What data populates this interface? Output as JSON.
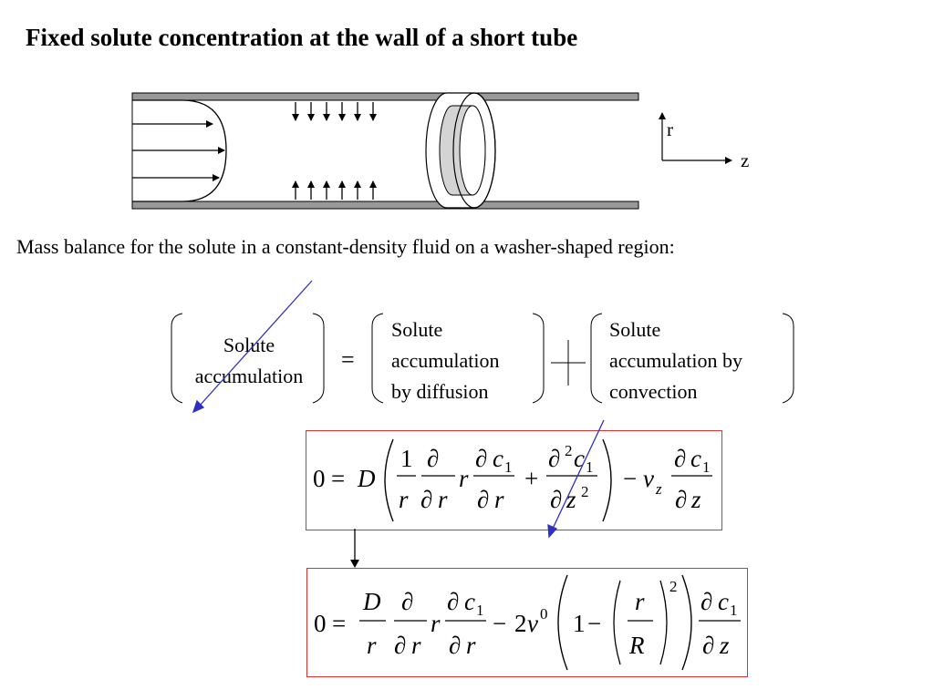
{
  "slide": {
    "title": "Fixed solute concentration at the wall of a short tube",
    "caption": "Mass balance for the solute in a constant-density fluid on a washer-shaped region:"
  },
  "axes_labels": {
    "r": "r",
    "z": "z"
  },
  "balance": {
    "lhs": [
      "Solute",
      "accumulation"
    ],
    "equals": "=",
    "term1": [
      "Solute",
      "accumulation",
      "by diffusion"
    ],
    "plus": "+",
    "term2": [
      "Solute",
      "accumulation by",
      "convection"
    ]
  },
  "equation1": {
    "zero": "0",
    "eq": "=",
    "D": "D",
    "one": "1",
    "r": "r",
    "partial": "∂",
    "c": "c",
    "sub1": "1",
    "z": "z",
    "sup2": "2",
    "plus": "+",
    "minus": "−",
    "v": "v",
    "vsub": "z"
  },
  "equation2": {
    "zero": "0",
    "eq": "=",
    "D": "D",
    "r": "r",
    "partial": "∂",
    "c": "c",
    "sub1": "1",
    "minus": "−",
    "two": "2",
    "v": "v",
    "vsup": "0",
    "one": "1",
    "R": "R",
    "sup2": "2",
    "z": "z"
  },
  "colors": {
    "box_border": "#e03030",
    "annotation_arrow": "#3030c0",
    "tube_wall": "#999999",
    "washer_fill": "#d4d4d4"
  }
}
